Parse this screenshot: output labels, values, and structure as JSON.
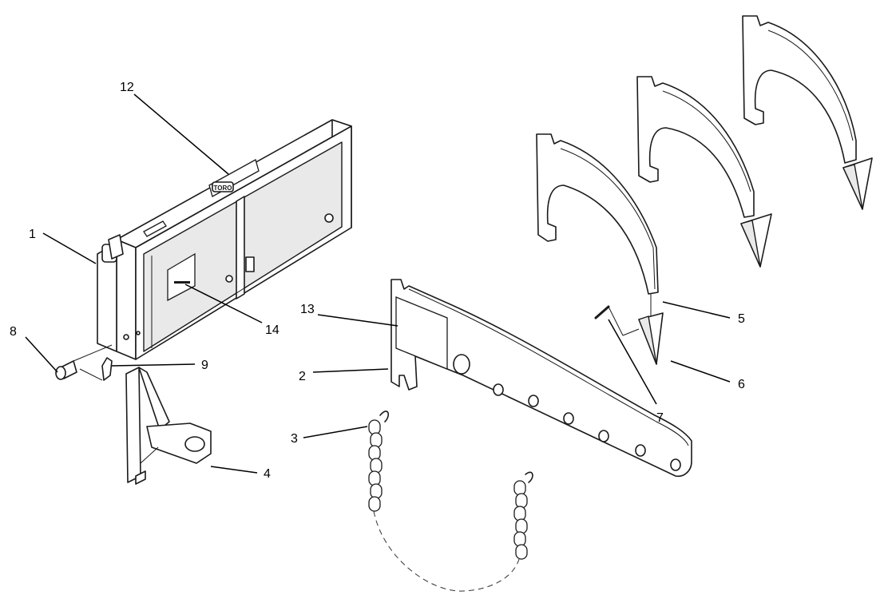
{
  "callouts": {
    "c1": "1",
    "c2": "2",
    "c3": "3",
    "c4": "4",
    "c5": "5",
    "c6": "6",
    "c7": "7",
    "c8": "8",
    "c9": "9",
    "c12": "12",
    "c13": "13",
    "c14": "14"
  },
  "frame_decal_text": "TORO"
}
